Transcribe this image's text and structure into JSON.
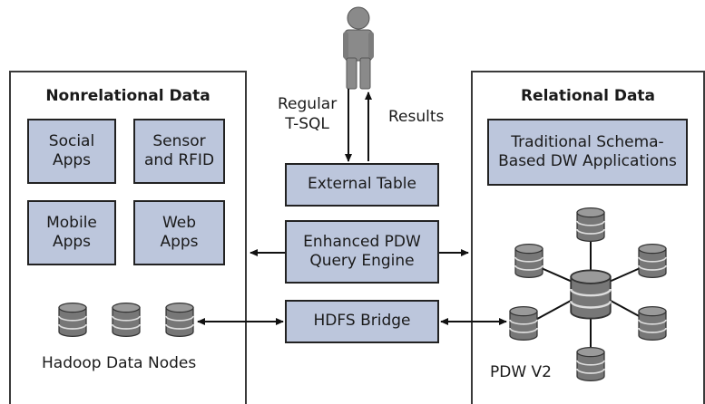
{
  "left_panel": {
    "title": "Nonrelational Data",
    "boxes": [
      {
        "label": "Social\nApps"
      },
      {
        "label": "Sensor\nand RFID"
      },
      {
        "label": "Mobile\nApps"
      },
      {
        "label": "Web\nApps"
      }
    ],
    "nodes_label": "Hadoop Data Nodes"
  },
  "right_panel": {
    "title": "Relational Data",
    "box_label": "Traditional Schema-\nBased DW Applications",
    "cluster_label": "PDW V2"
  },
  "center": {
    "query_label": "Regular\nT-SQL",
    "results_label": "Results",
    "external_table": "External Table",
    "query_engine": "Enhanced PDW\nQuery Engine",
    "hdfs_bridge": "HDFS Bridge"
  },
  "colors": {
    "box_fill": "#bcc6dc",
    "database_fill": "#7a7a7a",
    "user_fill": "#8a8a8a"
  }
}
